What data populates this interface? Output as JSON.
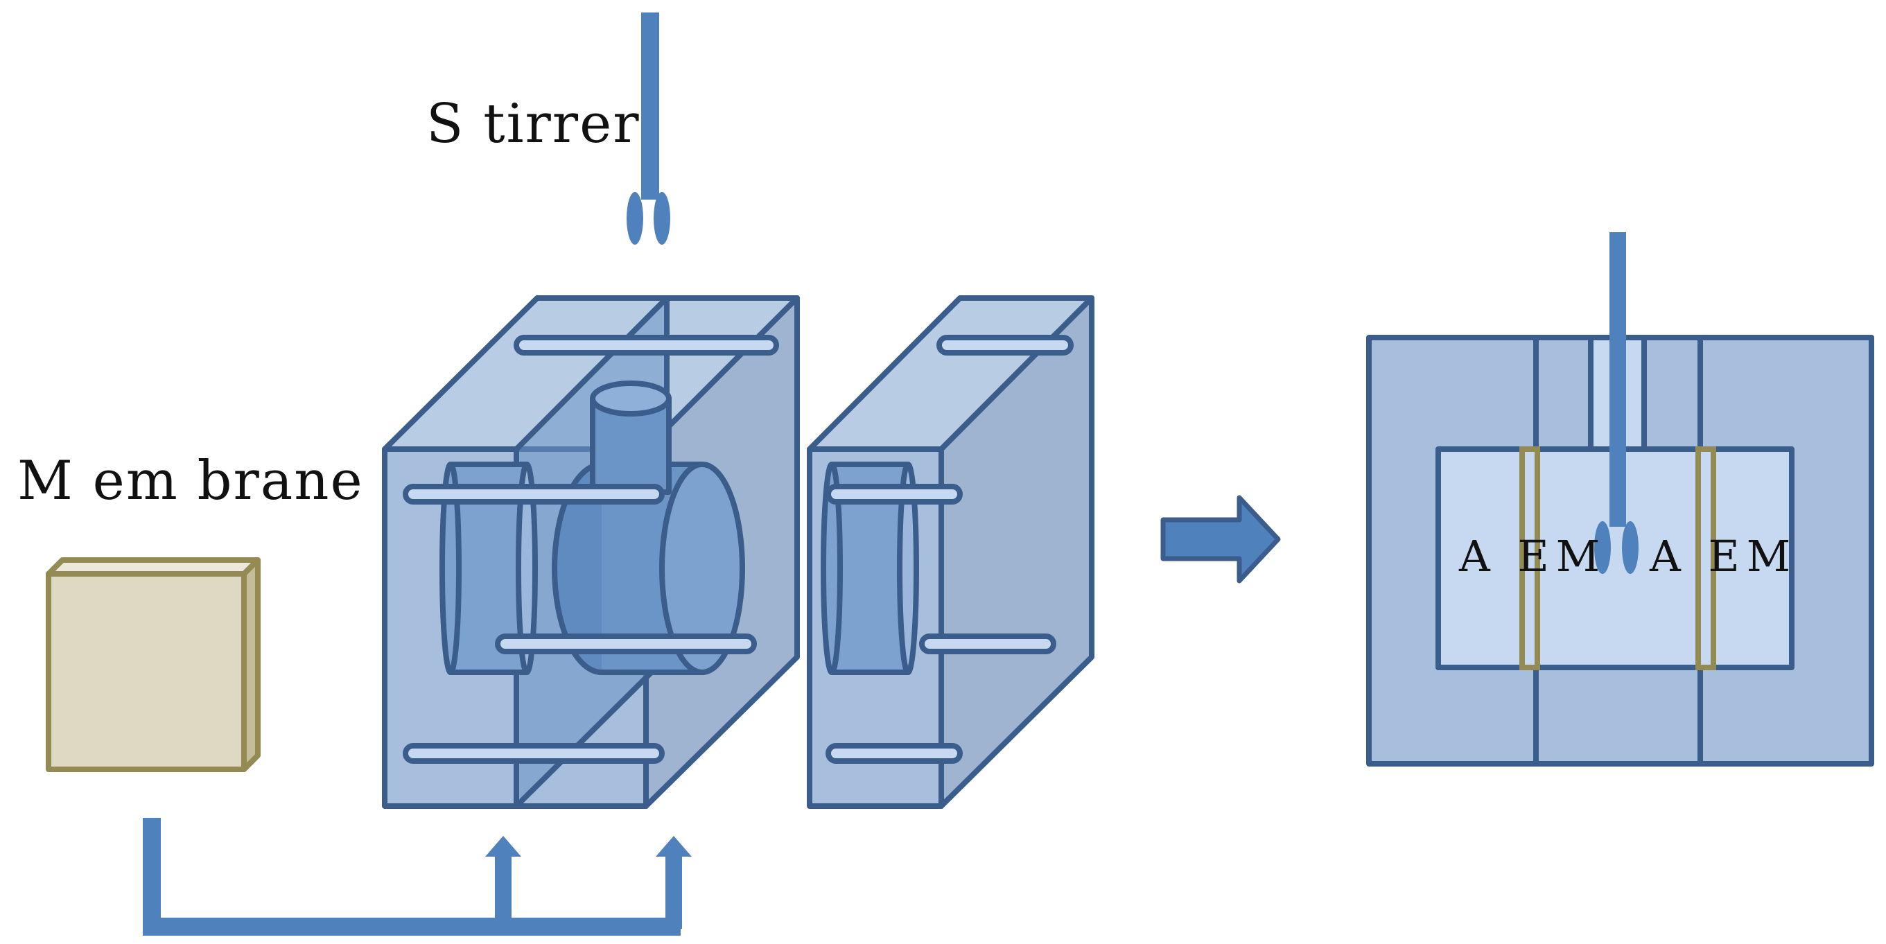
{
  "labels": {
    "stirrer": "S tirrer",
    "membrane": "M em brane",
    "aem_left": "A EM",
    "aem_right": "A EM"
  },
  "colors": {
    "stroke": "#3b5d8c",
    "stirrer_blue": "#4f81bd",
    "face_light": "#b8cce4",
    "face_mid": "#a7bfdc",
    "face_side": "#9fb4d0",
    "cylinder": "#6b95c6",
    "membrane_fill": "#ddd9c3",
    "membrane_stroke": "#948a54",
    "chamber_fill": "#c6d9f0"
  }
}
